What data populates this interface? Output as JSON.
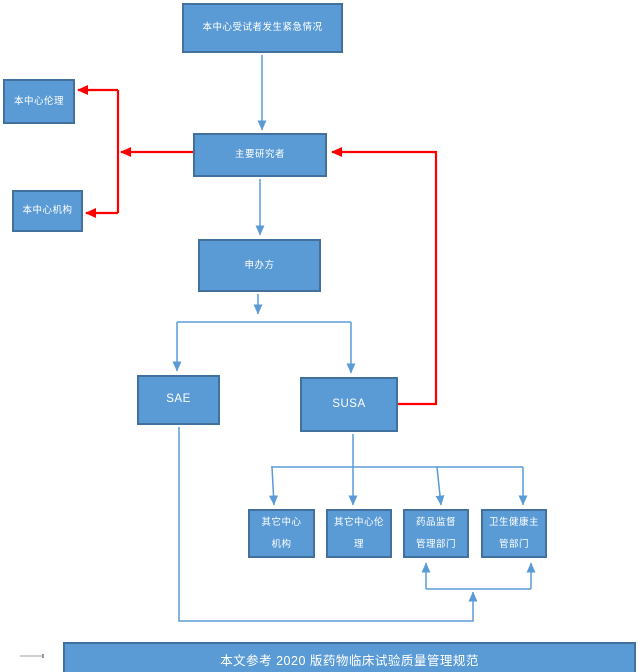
{
  "colors": {
    "background": "#FFFFFF",
    "box_fill": "#5B9BD5",
    "box_border": "#41719C",
    "connector_blue": "#5B9BD5",
    "connector_red": "#FF0000",
    "text": "#FFFFFF",
    "artifact_gray": "#CFCFCF"
  },
  "nodes": {
    "emergency": {
      "label": "本中心受试者发生紧急情况"
    },
    "center_ethics": {
      "label": "本中心伦理"
    },
    "center_institution": {
      "label": "本中心机构"
    },
    "pi": {
      "label": "主要研究者"
    },
    "sponsor": {
      "label": "申办方"
    },
    "sae": {
      "label": "SAE"
    },
    "susa": {
      "label": "SUSA"
    },
    "other_institution": {
      "label": "其它中心\n机构"
    },
    "other_ethics": {
      "label": "其它中心伦\n理"
    },
    "drug_admin": {
      "label": "药品监督\n管理部门"
    },
    "health_admin": {
      "label": "卫生健康主\n管部门"
    }
  },
  "footer": {
    "label": "本文参考 2020 版药物临床试验质量管理规范"
  }
}
